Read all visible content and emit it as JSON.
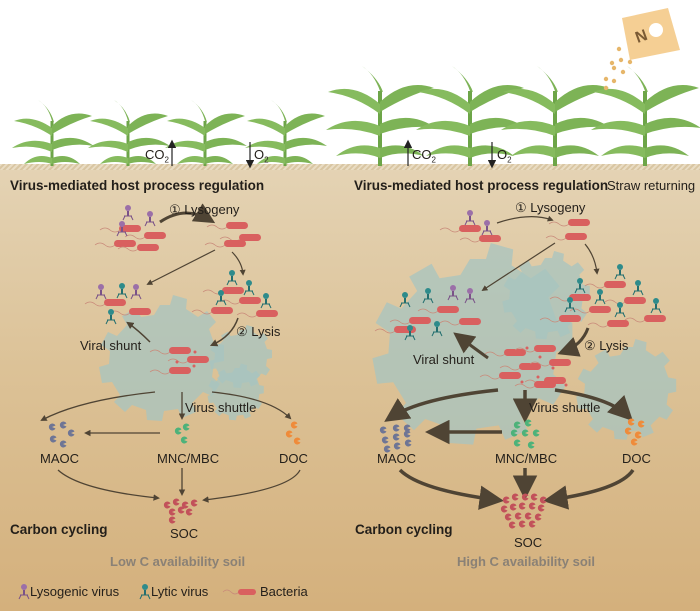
{
  "figure": {
    "panels": [
      {
        "id": "low",
        "header": "Virus-mediated host process regulation",
        "gas": {
          "co2": "CO",
          "co2_sub": "2",
          "o2": "O",
          "o2_sub": "2"
        },
        "step1": "① Lysogeny",
        "step2": "② Lysis",
        "viral_shunt": "Viral shunt",
        "virus_shuttle": "Virus shuttle",
        "pools": {
          "maoc": "MAOC",
          "mnc": "MNC/MBC",
          "doc": "DOC",
          "soc": "SOC"
        },
        "carbon_cycling": "Carbon cycling",
        "soil_type": "Low C availability soil"
      },
      {
        "id": "high",
        "header": "Virus-mediated host process regulation",
        "extra_label": "Straw returning",
        "gas": {
          "co2": "CO",
          "co2_sub": "2",
          "o2": "O",
          "o2_sub": "2"
        },
        "step1": "① Lysogeny",
        "step2": "② Lysis",
        "viral_shunt": "Viral shunt",
        "virus_shuttle": "Virus shuttle",
        "pools": {
          "maoc": "MAOC",
          "mnc": "MNC/MBC",
          "doc": "DOC",
          "soc": "SOC"
        },
        "carbon_cycling": "Carbon cycling",
        "soil_type": "High C availability soil"
      }
    ],
    "fertilizer_bag_label": "N",
    "legend": [
      {
        "icon": "lysogenic-virus-icon",
        "label": "Lysogenic virus",
        "color": "#9b6fa8"
      },
      {
        "icon": "lytic-virus-icon",
        "label": "Lytic virus",
        "color": "#2e8b8b"
      },
      {
        "icon": "bacteria-icon",
        "label": "Bacteria",
        "color": "#d9605f"
      }
    ],
    "colors": {
      "plant": "#7db356",
      "soil_light": "#e4d3b4",
      "soil_dark": "#d4b07c",
      "gear": "#a7c4c0",
      "arrow": "#4f4434",
      "maoc": "#6e7595",
      "mnc": "#4db27a",
      "doc": "#ef8b3a",
      "soc": "#c2515a",
      "bag": "#f5cf94"
    }
  }
}
